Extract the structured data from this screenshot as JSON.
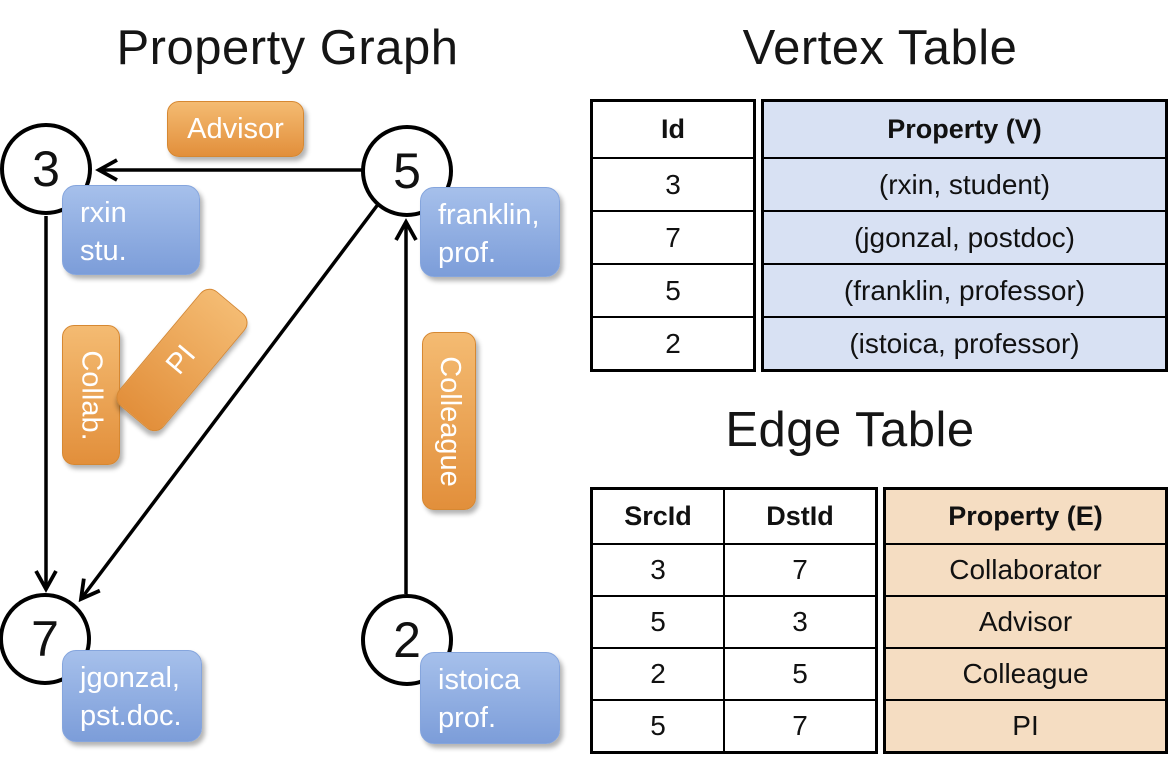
{
  "titles": {
    "graph": "Property Graph",
    "vertex_table": "Vertex Table",
    "edge_table": "Edge Table"
  },
  "graph": {
    "nodes": [
      {
        "id": "3",
        "label_lines": [
          "rxin",
          "stu."
        ]
      },
      {
        "id": "5",
        "label_lines": [
          "franklin,",
          "prof."
        ]
      },
      {
        "id": "7",
        "label_lines": [
          "jgonzal,",
          "pst.doc."
        ]
      },
      {
        "id": "2",
        "label_lines": [
          "istoica",
          "prof."
        ]
      }
    ],
    "edges": [
      {
        "src": "5",
        "dst": "3",
        "label": "Advisor"
      },
      {
        "src": "3",
        "dst": "7",
        "label": "Collab."
      },
      {
        "src": "5",
        "dst": "7",
        "label": "PI"
      },
      {
        "src": "2",
        "dst": "5",
        "label": "Colleague"
      }
    ]
  },
  "vertex_table": {
    "columns": [
      "Id",
      "Property (V)"
    ],
    "rows": [
      [
        "3",
        "(rxin, student)"
      ],
      [
        "7",
        "(jgonzal, postdoc)"
      ],
      [
        "5",
        "(franklin, professor)"
      ],
      [
        "2",
        "(istoica, professor)"
      ]
    ]
  },
  "edge_table": {
    "columns": [
      "SrcId",
      "DstId",
      "Property (E)"
    ],
    "rows": [
      [
        "3",
        "7",
        "Collaborator"
      ],
      [
        "5",
        "3",
        "Advisor"
      ],
      [
        "2",
        "5",
        "Colleague"
      ],
      [
        "5",
        "7",
        "PI"
      ]
    ]
  },
  "colors": {
    "edge_label_orange": "#ECA750",
    "node_property_blue": "#8FAEE0",
    "vertex_property_fill": "#D8E1F3",
    "edge_property_fill": "#F5DDC2",
    "line_black": "#000000"
  }
}
